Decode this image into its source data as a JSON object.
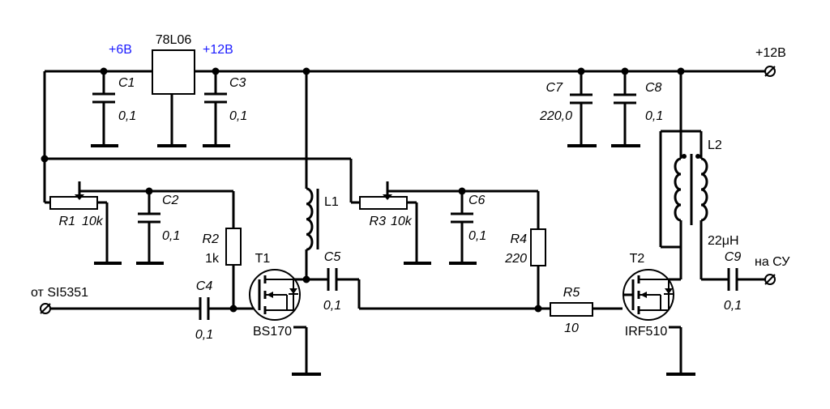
{
  "colors": {
    "wire": "#000000",
    "highlight_text": "#1a1aff",
    "background": "#ffffff"
  },
  "rails": {
    "plus6": "+6В",
    "plus12_reg": "+12В",
    "plus12_in": "+12В"
  },
  "regulator": {
    "name": "78L06"
  },
  "components": {
    "C1": {
      "ref": "C1",
      "value": "0,1"
    },
    "C2": {
      "ref": "C2",
      "value": "0,1"
    },
    "C3": {
      "ref": "C3",
      "value": "0,1"
    },
    "C4": {
      "ref": "C4",
      "value": "0,1"
    },
    "C5": {
      "ref": "C5",
      "value": "0,1"
    },
    "C6": {
      "ref": "C6",
      "value": "0,1"
    },
    "C7": {
      "ref": "C7",
      "value": "220,0"
    },
    "C8": {
      "ref": "C8",
      "value": "0,1"
    },
    "C9": {
      "ref": "C9",
      "value": "0,1"
    },
    "R1": {
      "ref": "R1",
      "value": "10k"
    },
    "R2": {
      "ref": "R2",
      "value": "1k"
    },
    "R3": {
      "ref": "R3",
      "value": "10k"
    },
    "R4": {
      "ref": "R4",
      "value": "220"
    },
    "R5": {
      "ref": "R5",
      "value": "10"
    },
    "L1": {
      "ref": "L1"
    },
    "L2": {
      "ref": "L2",
      "value": "22μH"
    },
    "T1": {
      "ref": "T1",
      "part": "BS170"
    },
    "T2": {
      "ref": "T2",
      "part": "IRF510"
    }
  },
  "terminals": {
    "input": "от SI5351",
    "output": "на СУ"
  }
}
